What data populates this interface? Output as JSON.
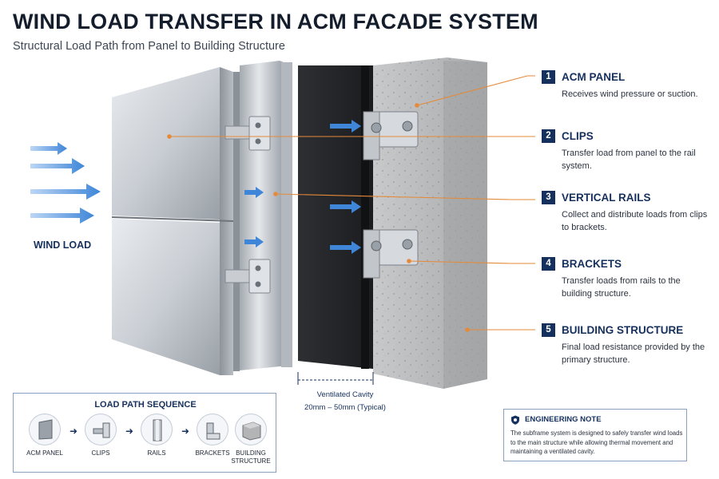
{
  "title": "WIND LOAD TRANSFER IN ACM FACADE SYSTEM",
  "subtitle": "Structural Load Path from Panel to Building Structure",
  "wind_label": "WIND LOAD",
  "steps": [
    {
      "num": "1",
      "name": "ACM PANEL",
      "desc": "Receives wind pressure or suction."
    },
    {
      "num": "2",
      "name": "CLIPS",
      "desc": "Transfer load from panel to the rail system."
    },
    {
      "num": "3",
      "name": "VERTICAL RAILS",
      "desc": "Collect and distribute loads from clips to brackets."
    },
    {
      "num": "4",
      "name": "BRACKETS",
      "desc": "Transfer loads from rails to the building structure."
    },
    {
      "num": "5",
      "name": "BUILDING STRUCTURE",
      "desc": "Final load resistance provided by the primary structure."
    }
  ],
  "cavity": {
    "label": "Ventilated Cavity",
    "size": "20mm – 50mm (Typical)"
  },
  "sequence": {
    "title": "LOAD PATH SEQUENCE",
    "items": [
      "ACM PANEL",
      "CLIPS",
      "RAILS",
      "BRACKETS",
      "BUILDING STRUCTURE"
    ]
  },
  "note": {
    "title": "ENGINEERING NOTE",
    "text": "The subframe system is designed to safely transfer wind loads to the main structure while allowing thermal movement and maintaining a ventilated cavity."
  },
  "colors": {
    "navy": "#16305e",
    "leader": "#e58a3a",
    "wind": "#3f86d8"
  }
}
